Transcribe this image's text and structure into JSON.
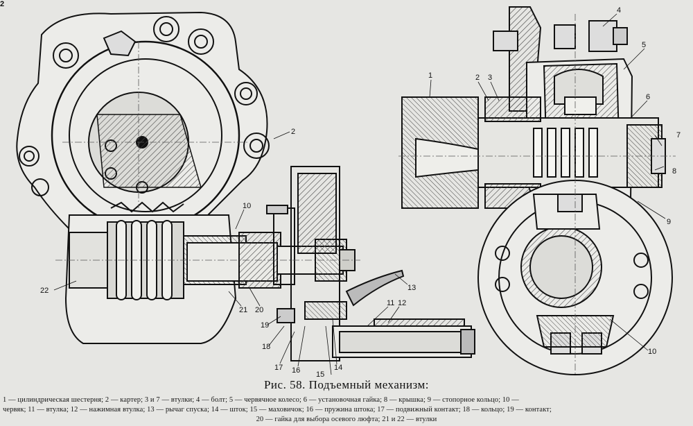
{
  "figure": {
    "margin_number": "2",
    "caption_title": "Рис. 58. Подъемный механизм:",
    "legend_lines": [
      "1 — цилиндрическая шестерня; 2 — картер; 3 и 7 — втулки; 4 — болт; 5 — червячное колесо; 6 — установочная гайка; 8 — крышка; 9 — стопорное кольцо; 10 —",
      "червяк; 11 — втулка; 12 — нажимная втулка; 13 — рычаг спуска; 14 — шток; 15 — маховичок; 16 — пружина штока; 17 — подвижный контакт; 18 — кольцо; 19 — контакт;",
      "20 — гайка для выбора осевого люфта; 21 и 22 — втулки"
    ],
    "callouts": {
      "left_view": [
        "2",
        "10",
        "22",
        "21",
        "20",
        "19",
        "18",
        "17",
        "16",
        "15",
        "14",
        "11",
        "12",
        "13"
      ],
      "right_view": [
        "1",
        "2",
        "3",
        "4",
        "5",
        "6",
        "7",
        "8",
        "9",
        "10"
      ]
    }
  },
  "colors": {
    "paper": "#e6e6e3",
    "ink": "#111111",
    "hatch": "#444444"
  }
}
